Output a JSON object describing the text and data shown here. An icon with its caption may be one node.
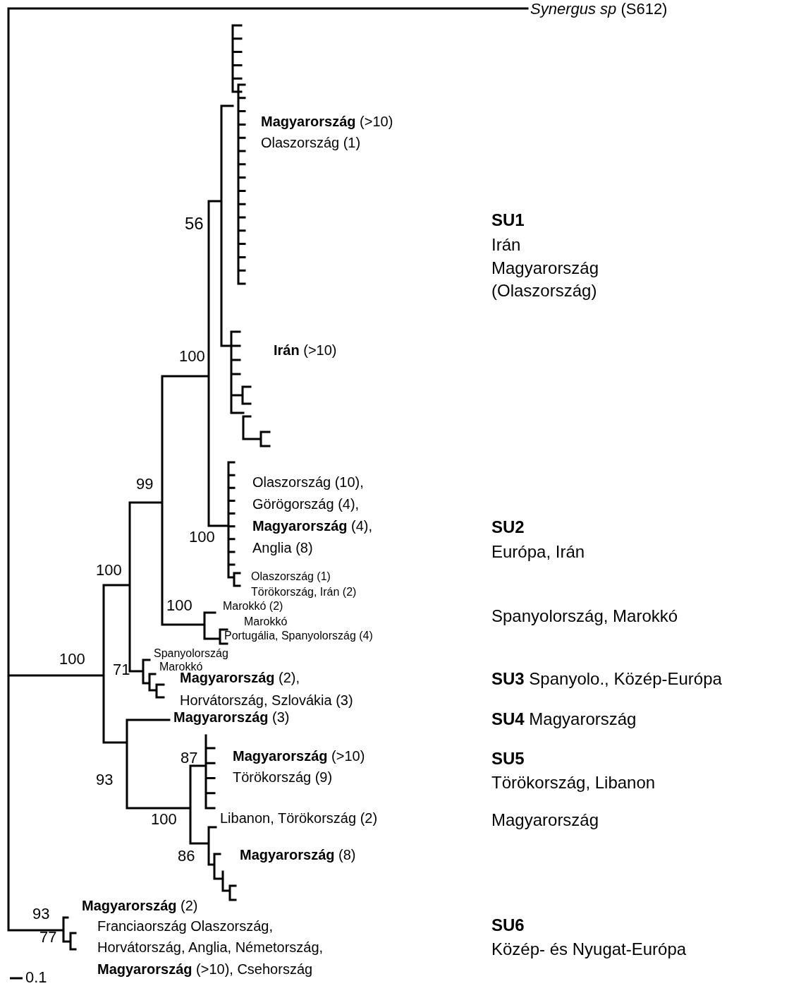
{
  "diagram": {
    "labels": [
      "*Synergus sp* (S612)",
      "**Magyarország** (>10)",
      "Olaszország (1)",
      "56",
      "SU1",
      "Irán",
      "Magyarország",
      "(Olaszország)",
      "**Irán** (>10)",
      "100",
      "Olaszország (10),",
      "Görögország (4),",
      "**Magyarország** (4),",
      "100",
      "SU2",
      "Anglia (8)",
      "Európa, Irán",
      "99",
      "100",
      "Olaszország (1)",
      "Törökország, Irán (2)",
      "100",
      "Marokkó (2)",
      "Spanyolország, Marokkó",
      "Marokkó",
      "Portugália, Spanyolország (4)",
      "100",
      "Spanyolország",
      "Marokkó",
      "71",
      "**Magyarország** (2),",
      "**SU3** Spanyolo., Közép-Európa",
      "Horvátország, Szlovákia (3)",
      "**Magyarország** (3)",
      "**SU4** Magyarország",
      "87",
      "**Magyarország** (>10)",
      "SU5",
      "Törökország (9)",
      "93",
      "Törökország, Libanon",
      "100",
      "Libanon, Törökország (2)",
      "Magyarország",
      "86",
      "**Magyarország** (8)",
      "93",
      "**Magyarország** (2)",
      "SU6",
      "Franciaország Olaszország,",
      "Horvátország, Anglia, Németország,",
      "Közép- és Nyugat-Európa",
      "77",
      "**Magyarország** (>10), Csehország",
      "0.1"
    ]
  }
}
